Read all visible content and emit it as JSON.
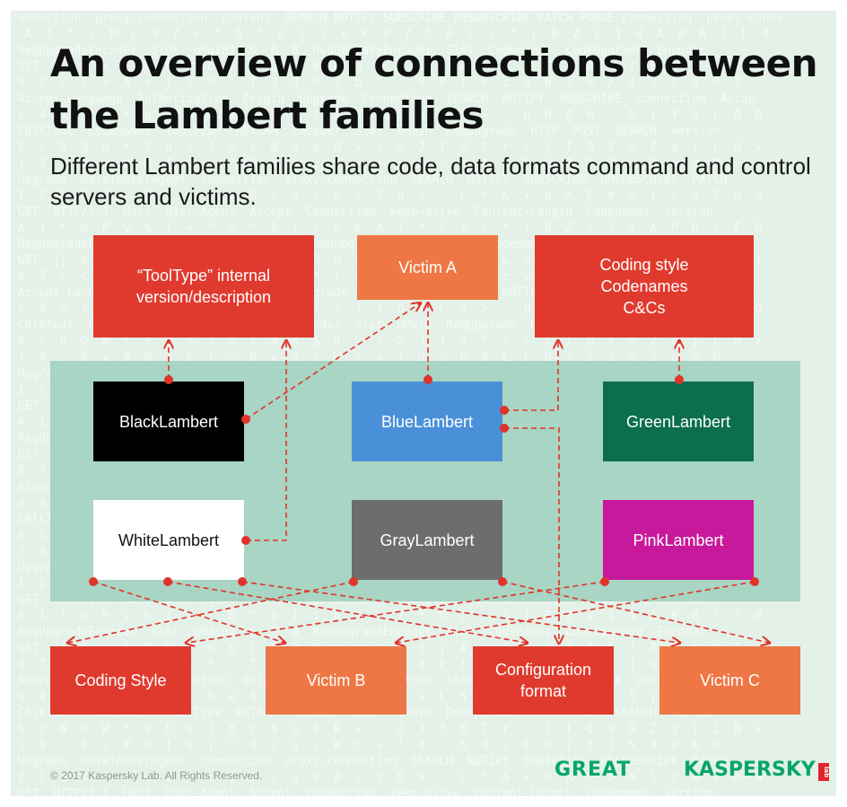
{
  "header": {
    "title": "An overview of connections between the Lambert families",
    "subtitle": "Different Lambert families share code, data formats command and control servers and victims."
  },
  "colors": {
    "background": "#e4f1e8",
    "band": "#a8d5c4",
    "red": "#e03a2e",
    "orange": "#ee7745",
    "black": "#000000",
    "blue": "#4a90d9",
    "green": "#0b6e4f",
    "white": "#ffffff",
    "gray": "#6d6d6d",
    "pink": "#c8189b",
    "arrow": "#e0342a",
    "brand": "#06a66a"
  },
  "nodes": {
    "tooltype": {
      "label": "“ToolType” internal\nversion/description"
    },
    "victim_a": {
      "label": "Victim A"
    },
    "coding_codenames": {
      "label": "Coding style\nCodenames\nC&Cs"
    },
    "black": {
      "label": "BlackLambert"
    },
    "blue": {
      "label": "BlueLambert"
    },
    "green": {
      "label": "GreenLambert"
    },
    "white": {
      "label": "WhiteLambert"
    },
    "gray": {
      "label": "GrayLambert"
    },
    "pink": {
      "label": "PinkLambert"
    },
    "coding_style": {
      "label": "Coding Style"
    },
    "victim_b": {
      "label": "Victim B"
    },
    "config_format": {
      "label": "Configuration\nformat"
    },
    "victim_c": {
      "label": "Victim C"
    }
  },
  "connections": [
    {
      "from": "BlackLambert",
      "to": "“ToolType” internal version/description"
    },
    {
      "from": "BlackLambert",
      "to": "Victim A"
    },
    {
      "from": "WhiteLambert",
      "to": "“ToolType” internal version/description"
    },
    {
      "from": "BlueLambert",
      "to": "Victim A"
    },
    {
      "from": "BlueLambert",
      "to": "Coding style Codenames C&Cs"
    },
    {
      "from": "BlueLambert",
      "to": "Configuration format"
    },
    {
      "from": "GreenLambert",
      "to": "Coding style Codenames C&Cs"
    },
    {
      "from": "WhiteLambert",
      "to": "Victim B"
    },
    {
      "from": "WhiteLambert",
      "to": "Configuration format"
    },
    {
      "from": "WhiteLambert",
      "to": "Victim C"
    },
    {
      "from": "GrayLambert",
      "to": "Coding Style"
    },
    {
      "from": "GrayLambert",
      "to": "Victim C"
    },
    {
      "from": "PinkLambert",
      "to": "Coding Style"
    },
    {
      "from": "PinkLambert",
      "to": "Victim B"
    }
  ],
  "footer": {
    "copyright": "© 2017 Kaspersky Lab. All Rights Reserved.",
    "great_logo": "GREAT",
    "kaspersky_logo": "KASPERSKY",
    "lab_badge": "lab"
  }
}
